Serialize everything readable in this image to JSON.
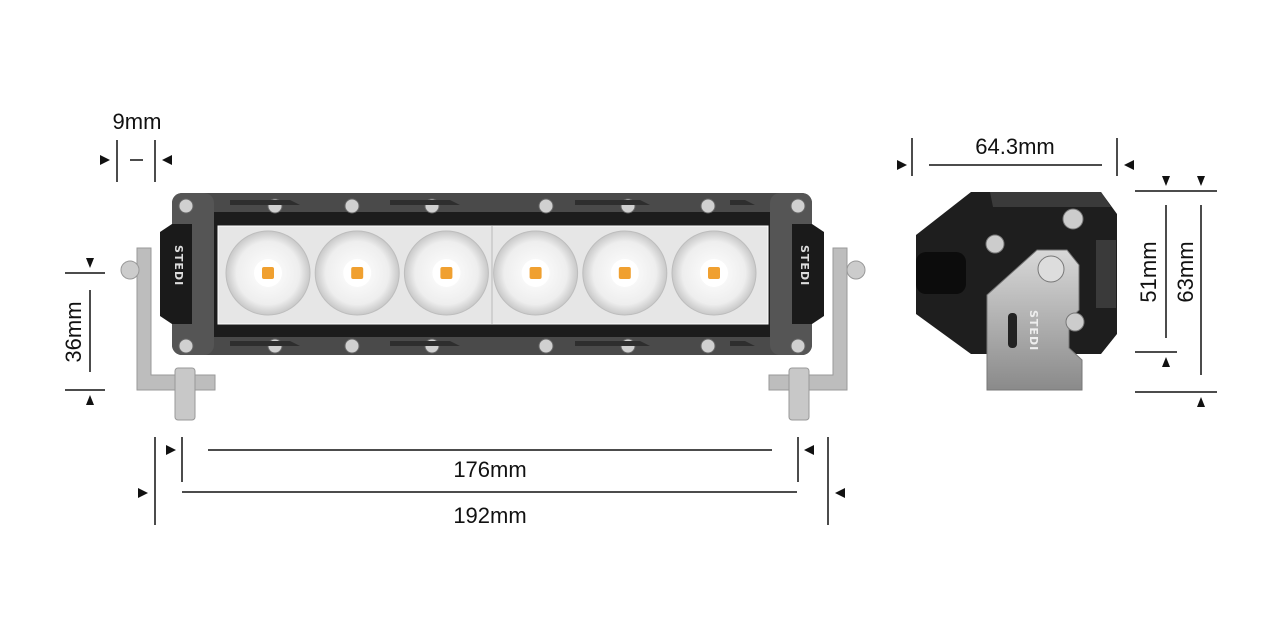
{
  "brand_logo": "STEDI",
  "lens_count": 6,
  "colors": {
    "housing": "#4a4a4a",
    "housing_dark": "#1c1c1c",
    "lens": "#f2f2f2",
    "led": "#f0a030",
    "bracket": "#b8b8b8",
    "dimension_lines": "#111111"
  },
  "dimensions": {
    "end_cap_width": "9mm",
    "bracket_height": "36mm",
    "inner_length": "176mm",
    "overall_length": "192mm",
    "depth": "64.3mm",
    "body_height": "51mm",
    "overall_height": "63mm"
  }
}
